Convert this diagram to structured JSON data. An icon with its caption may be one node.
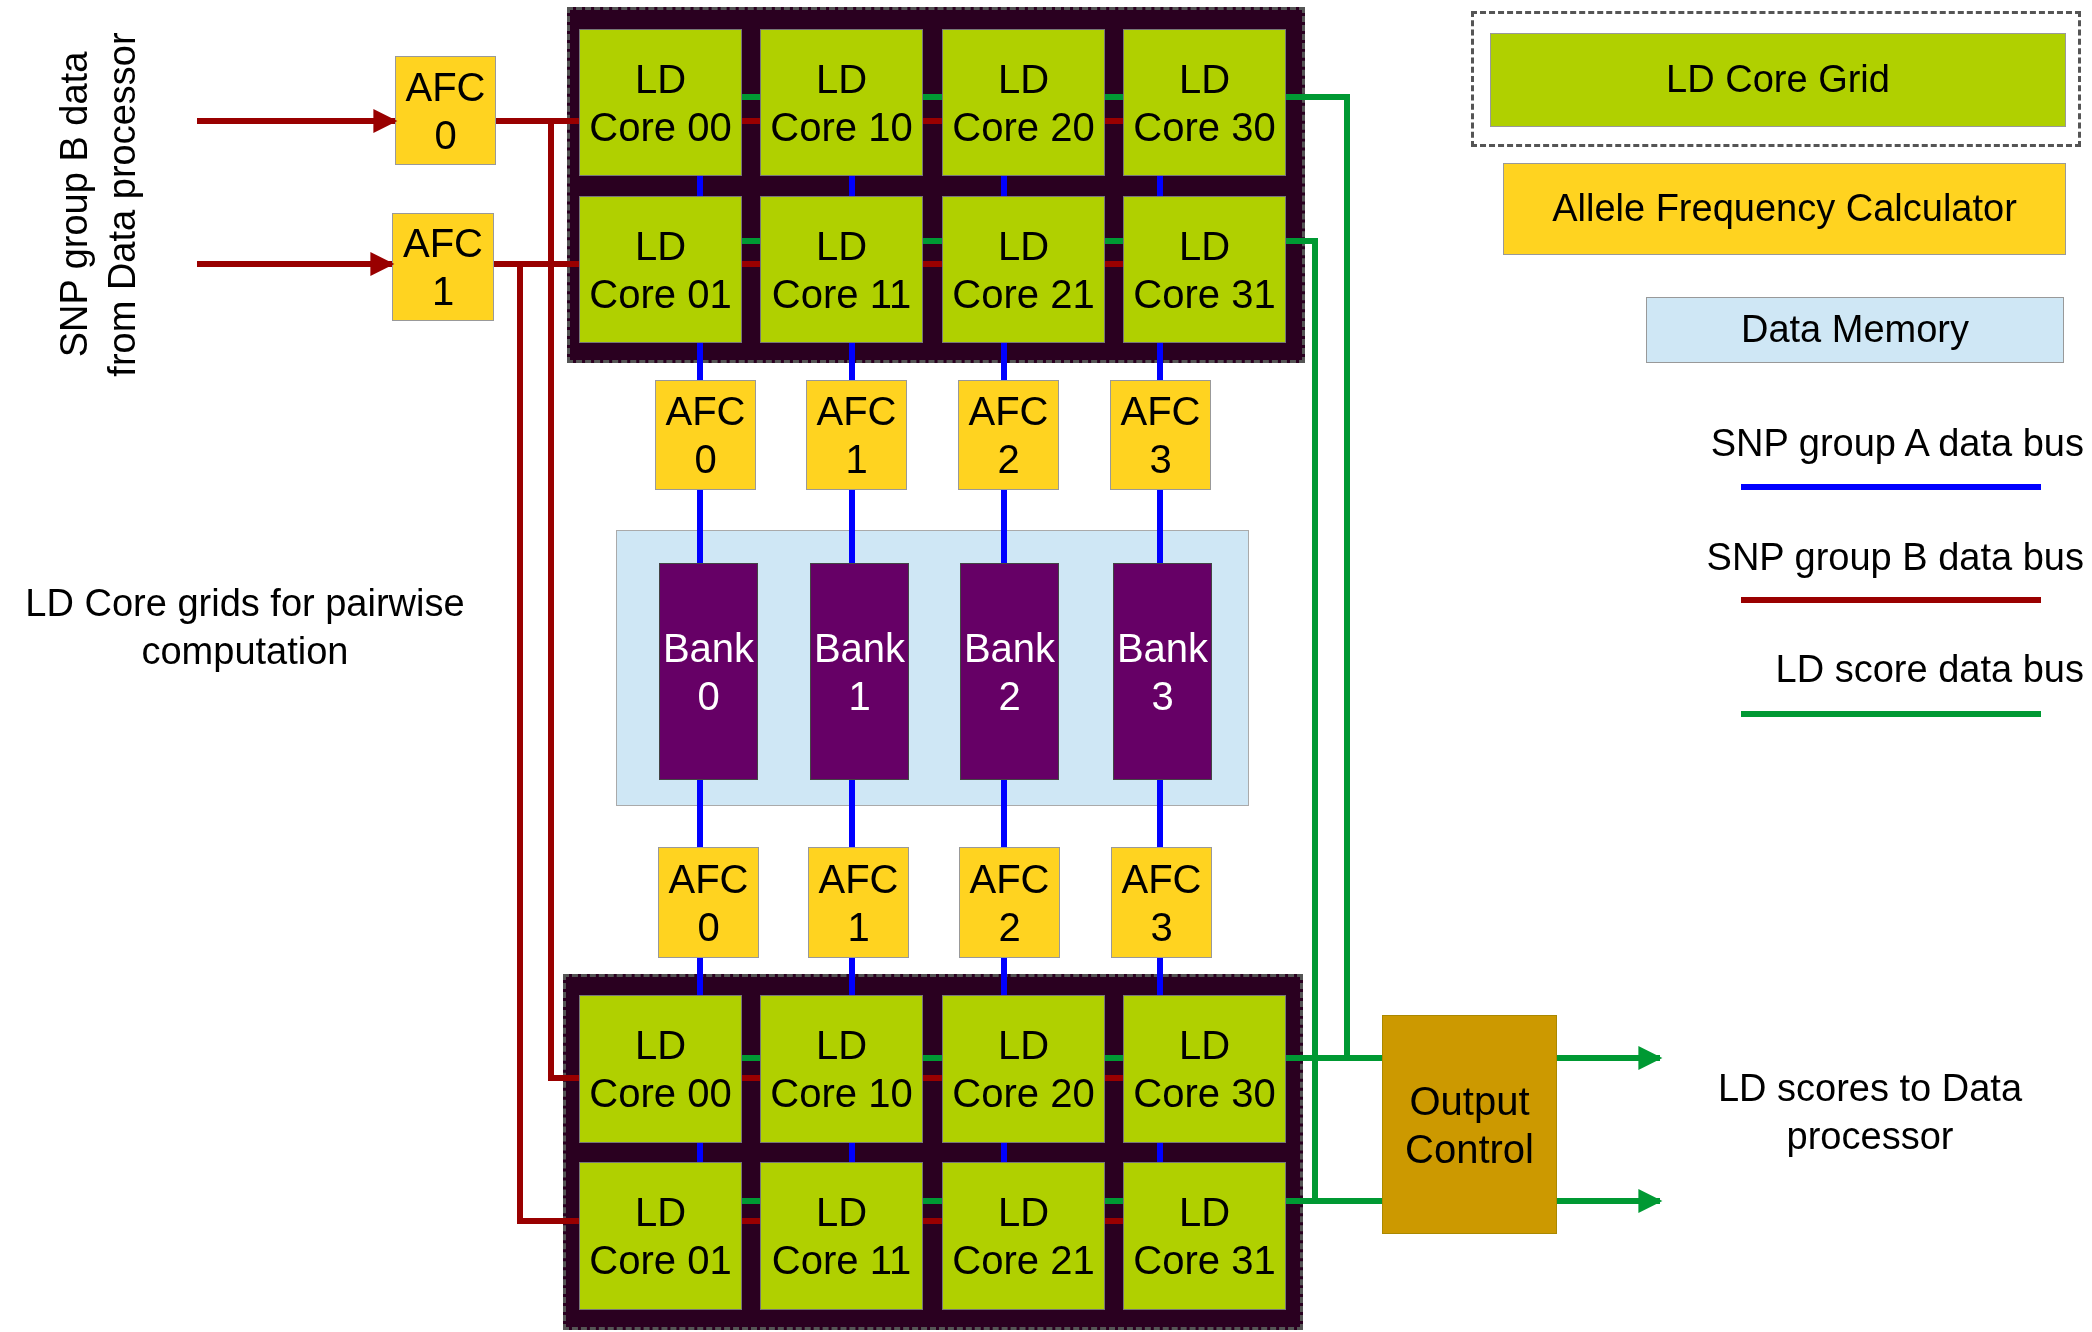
{
  "diagram": {
    "nodes": [
      {
        "text": [],
        "shape": "box"
      },
      {
        "text": [
          "LD Core 00"
        ],
        "in": 0
      },
      {
        "text": [
          "LD Core 10"
        ],
        "in": 0
      },
      {
        "text": [
          "LD Core 20"
        ],
        "in": 0
      },
      {
        "text": [
          "LD Core 30"
        ],
        "in": 0
      },
      {
        "text": [
          "LD Core 01"
        ],
        "in": 0
      },
      {
        "text": [
          "LD Core 11"
        ],
        "in": 0
      },
      {
        "text": [
          "LD Core 21"
        ],
        "in": 0
      },
      {
        "text": [
          "LD Core 31"
        ],
        "in": 0
      },
      {
        "text": [
          "AFC 0"
        ]
      },
      {
        "text": [
          "AFC 1"
        ]
      },
      {
        "text": [
          "AFC 0"
        ]
      },
      {
        "text": [
          "AFC 1"
        ]
      },
      {
        "text": [
          "AFC 2"
        ]
      },
      {
        "text": [
          "AFC 3"
        ]
      },
      {
        "text": [],
        "shape": "box"
      },
      {
        "text": [
          "Bank 0"
        ],
        "in": 15
      },
      {
        "text": [
          "Bank 1"
        ],
        "in": 15
      },
      {
        "text": [
          "Bank 2"
        ],
        "in": 15
      },
      {
        "text": [
          "Bank 3"
        ],
        "in": 15
      },
      {
        "text": [
          "AFC 0"
        ]
      },
      {
        "text": [
          "AFC 1"
        ]
      },
      {
        "text": [
          "AFC 2"
        ]
      },
      {
        "text": [
          "AFC 3"
        ]
      },
      {
        "text": [],
        "shape": "box"
      },
      {
        "text": [
          "LD Core 00"
        ],
        "in": 24
      },
      {
        "text": [
          "LD Core 10"
        ],
        "in": 24
      },
      {
        "text": [
          "LD Core 20"
        ],
        "in": 24
      },
      {
        "text": [
          "LD Core 30"
        ],
        "in": 24
      },
      {
        "text": [
          "LD Core 01"
        ],
        "in": 24
      },
      {
        "text": [
          "LD Core 11"
        ],
        "in": 24
      },
      {
        "text": [
          "LD Core 21"
        ],
        "in": 24
      },
      {
        "text": [
          "LD Core 31"
        ],
        "in": 24
      },
      {
        "text": [
          "Output Control"
        ]
      }
    ],
    "edges": [
      {
        "from": null,
        "to": 9,
        "arrow": "to",
        "color": "#990000"
      },
      {
        "from": null,
        "to": 10,
        "arrow": "to",
        "color": "#990000"
      },
      {
        "from": 9,
        "to": 1,
        "arrow": "none",
        "color": "#990000"
      },
      {
        "from": 9,
        "to": 25,
        "arrow": "none",
        "color": "#990000"
      },
      {
        "from": 10,
        "to": 5,
        "arrow": "none",
        "color": "#990000"
      },
      {
        "from": 10,
        "to": 29,
        "arrow": "none",
        "color": "#990000"
      },
      {
        "from": 1,
        "to": 2,
        "arrow": "none",
        "color": "#009933"
      },
      {
        "from": 1,
        "to": 2,
        "arrow": "none",
        "color": "#990000"
      },
      {
        "from": 2,
        "to": 3,
        "arrow": "none",
        "color": "#009933"
      },
      {
        "from": 2,
        "to": 3,
        "arrow": "none",
        "color": "#990000"
      },
      {
        "from": 3,
        "to": 4,
        "arrow": "none",
        "color": "#009933"
      },
      {
        "from": 3,
        "to": 4,
        "arrow": "none",
        "color": "#990000"
      },
      {
        "from": 5,
        "to": 6,
        "arrow": "none",
        "color": "#009933"
      },
      {
        "from": 5,
        "to": 6,
        "arrow": "none",
        "color": "#990000"
      },
      {
        "from": 6,
        "to": 7,
        "arrow": "none",
        "color": "#009933"
      },
      {
        "from": 6,
        "to": 7,
        "arrow": "none",
        "color": "#990000"
      },
      {
        "from": 7,
        "to": 8,
        "arrow": "none",
        "color": "#009933"
      },
      {
        "from": 7,
        "to": 8,
        "arrow": "none",
        "color": "#990000"
      },
      {
        "from": 1,
        "to": 5,
        "arrow": "none"
      },
      {
        "from": 2,
        "to": 6,
        "arrow": "none"
      },
      {
        "from": 3,
        "to": 7,
        "arrow": "none"
      },
      {
        "from": 4,
        "to": 8,
        "arrow": "none"
      },
      {
        "from": 5,
        "to": 11,
        "arrow": "none"
      },
      {
        "from": 6,
        "to": 12,
        "arrow": "none"
      },
      {
        "from": 7,
        "to": 13,
        "arrow": "none"
      },
      {
        "from": 8,
        "to": 14,
        "arrow": "none"
      },
      {
        "from": 11,
        "to": 16,
        "arrow": "none"
      },
      {
        "from": 12,
        "to": 17,
        "arrow": "none"
      },
      {
        "from": 13,
        "to": 18,
        "arrow": "none"
      },
      {
        "from": 14,
        "to": 19,
        "arrow": "none"
      },
      {
        "from": 16,
        "to": 20,
        "arrow": "none"
      },
      {
        "from": 17,
        "to": 21,
        "arrow": "none"
      },
      {
        "from": 18,
        "to": 22,
        "arrow": "none"
      },
      {
        "from": 19,
        "to": 23,
        "arrow": "none"
      },
      {
        "from": 20,
        "to": 25,
        "arrow": "none"
      },
      {
        "from": 21,
        "to": 26,
        "arrow": "none"
      },
      {
        "from": 22,
        "to": 27,
        "arrow": "none"
      },
      {
        "from": 23,
        "to": 28,
        "arrow": "none"
      },
      {
        "from": 25,
        "to": 29,
        "arrow": "none"
      },
      {
        "from": 26,
        "to": 30,
        "arrow": "none"
      },
      {
        "from": 27,
        "to": 31,
        "arrow": "none"
      },
      {
        "from": 28,
        "to": 32,
        "arrow": "none"
      },
      {
        "from": 25,
        "to": 26,
        "arrow": "none",
        "color": "#009933"
      },
      {
        "from": 25,
        "to": 26,
        "arrow": "none",
        "color": "#990000"
      },
      {
        "from": 26,
        "to": 27,
        "arrow": "none",
        "color": "#009933"
      },
      {
        "from": 26,
        "to": 27,
        "arrow": "none",
        "color": "#990000"
      },
      {
        "from": 27,
        "to": 28,
        "arrow": "none",
        "color": "#009933"
      },
      {
        "from": 27,
        "to": 28,
        "arrow": "none",
        "color": "#990000"
      },
      {
        "from": 29,
        "to": 30,
        "arrow": "none",
        "color": "#009933"
      },
      {
        "from": 29,
        "to": 30,
        "arrow": "none",
        "color": "#990000"
      },
      {
        "from": 30,
        "to": 31,
        "arrow": "none",
        "color": "#009933"
      },
      {
        "from": 30,
        "to": 31,
        "arrow": "none",
        "color": "#990000"
      },
      {
        "from": 31,
        "to": 32,
        "arrow": "none",
        "color": "#009933"
      },
      {
        "from": 31,
        "to": 32,
        "arrow": "none",
        "color": "#990000"
      },
      {
        "from": 4,
        "to": 33,
        "arrow": "none",
        "color": "#009933"
      },
      {
        "from": 8,
        "to": 33,
        "arrow": "none",
        "color": "#009933"
      },
      {
        "from": 28,
        "to": 33,
        "arrow": "none",
        "color": "#009933"
      },
      {
        "from": 32,
        "to": 33,
        "arrow": "none",
        "color": "#009933"
      },
      {
        "from": 33,
        "to": null,
        "arrow": "to",
        "color": "#009933"
      },
      {
        "from": 33,
        "to": null,
        "arrow": "to",
        "color": "#009933"
      }
    ],
    "labels": [
      "SNP group B data from Data processor",
      "LD Core grids for pairwise computation",
      "LD scores to Data processor"
    ],
    "legend": [
      {
        "text": "LD Core Grid",
        "color": "#b0d000"
      },
      {
        "text": "Allele Frequency Calculator",
        "color": "#ffd320"
      },
      {
        "text": "Data Memory",
        "color": "#cfe7f5"
      },
      {
        "text": "SNP group A data bus"
      },
      {
        "text": "SNP group B data bus"
      },
      {
        "text": "LD score data bus"
      }
    ]
  }
}
